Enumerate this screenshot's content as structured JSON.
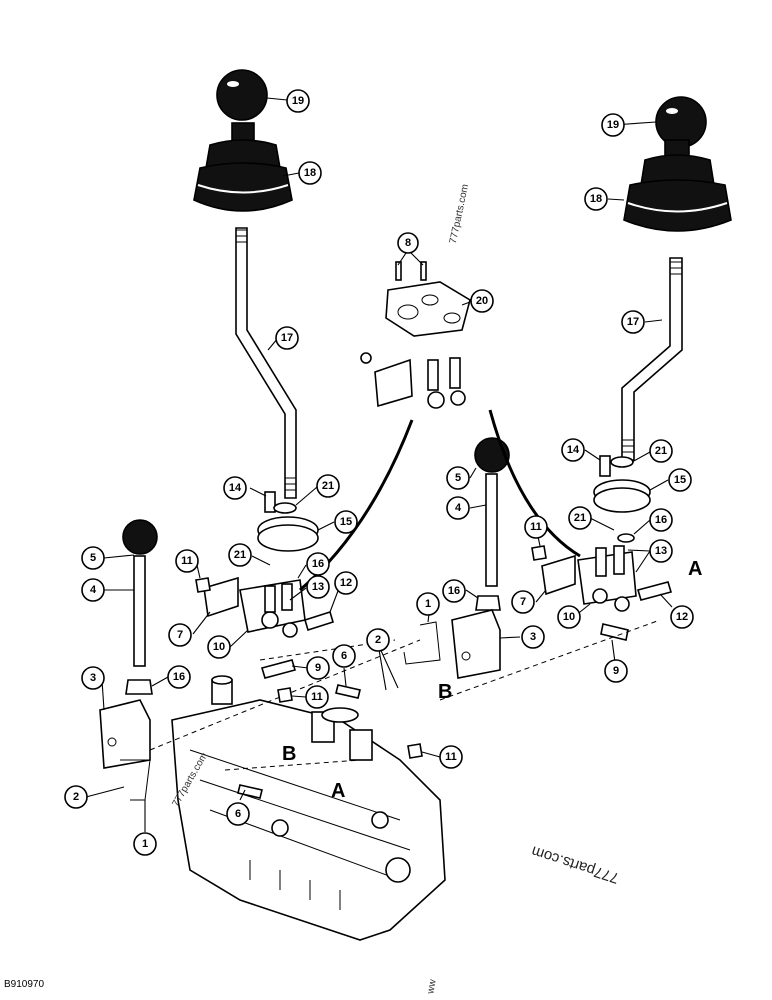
{
  "drawing_code": "B910970",
  "watermarks": {
    "main": "777parts.com",
    "small_top": "777parts.com",
    "small_left": "777parts.com",
    "bottom_fragment": "ww"
  },
  "section_letters": {
    "a": "A",
    "b": "B"
  },
  "callouts": [
    "1",
    "2",
    "3",
    "4",
    "5",
    "6",
    "7",
    "8",
    "9",
    "10",
    "11",
    "12",
    "13",
    "14",
    "15",
    "16",
    "17",
    "18",
    "19",
    "20",
    "21"
  ]
}
